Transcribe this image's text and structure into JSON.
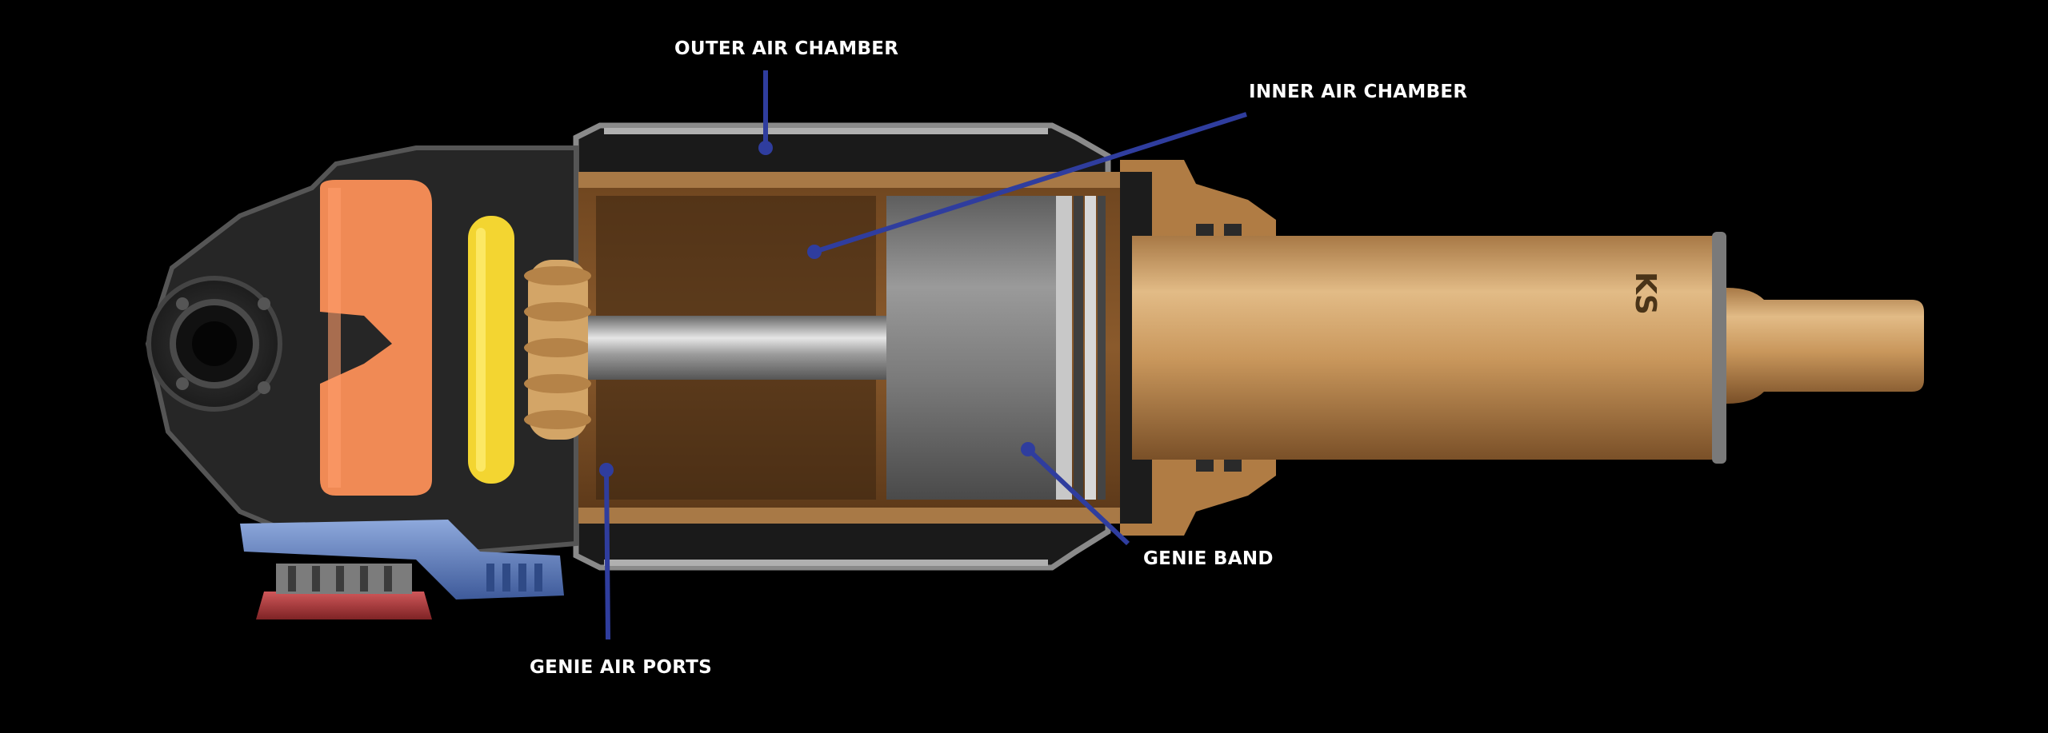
{
  "diagram": {
    "callouts": {
      "outer_air_chamber": "OUTER AIR CHAMBER",
      "inner_air_chamber": "INNER AIR CHAMBER",
      "genie_band": "GENIE BAND",
      "genie_air_ports": "GENIE AIR PORTS"
    },
    "shaft_marking": "KS",
    "colors": {
      "background": "#000000",
      "callout_line": "#2f3d9e",
      "label_text": "#ffffff",
      "anodized_gold": "#c9975c",
      "chamber_gold": "#8a5a2c",
      "eyelet_dark": "#2a2a2a",
      "orange_bumper": "#f08a55",
      "yellow_washer": "#f3d531",
      "blue_lever": "#5b7ec2",
      "red_knob": "#b4373a",
      "piston_grey": "#7d7d7d"
    }
  }
}
